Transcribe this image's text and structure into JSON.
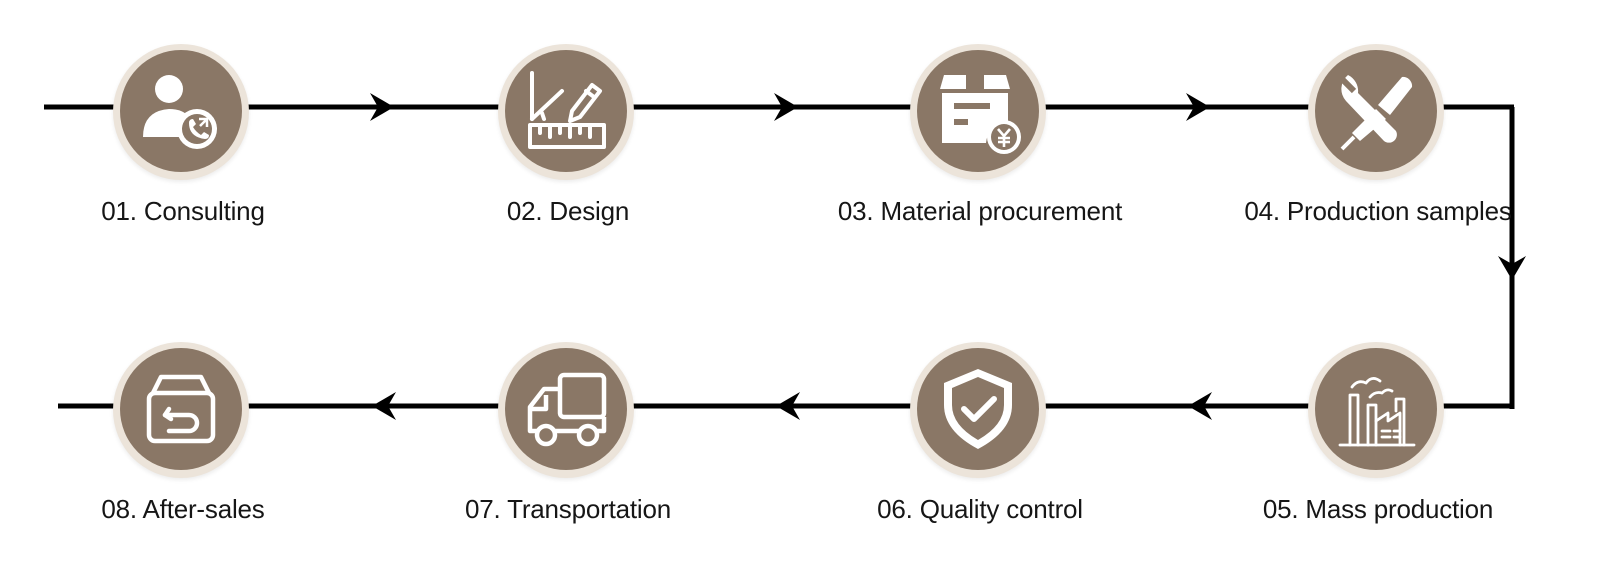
{
  "colors": {
    "line": "#000000",
    "badge_fill": "#8a7766",
    "badge_ring": "#ece4da",
    "icon": "#ffffff",
    "label": "#161616"
  },
  "steps": [
    {
      "label": "01. Consulting",
      "icon": "customer-call-icon"
    },
    {
      "label": "02. Design",
      "icon": "ruler-pencil-icon"
    },
    {
      "label": "03. Material procurement",
      "icon": "package-yuan-icon"
    },
    {
      "label": "04. Production samples",
      "icon": "wrench-screwdriver-icon"
    },
    {
      "label": "05. Mass production",
      "icon": "factory-icon"
    },
    {
      "label": "06. Quality control",
      "icon": "shield-check-icon"
    },
    {
      "label": "07. Transportation",
      "icon": "truck-icon"
    },
    {
      "label": "08. After-sales",
      "icon": "return-box-icon"
    }
  ]
}
